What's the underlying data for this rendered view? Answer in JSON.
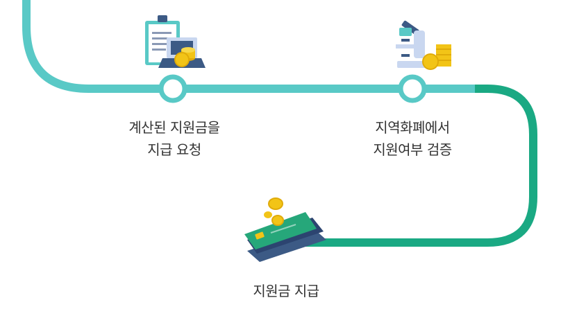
{
  "steps": [
    {
      "lines": [
        "계산된 지원금을",
        "지급 요청"
      ],
      "icon": "clipboard-coins-icon"
    },
    {
      "lines": [
        "지역화폐에서",
        "지원여부 검증"
      ],
      "icon": "microscope-coins-icon"
    },
    {
      "lines": [
        "지원금 지급"
      ],
      "icon": "card-coins-icon"
    }
  ],
  "colors": {
    "path_teal": "#59c9c6",
    "path_green": "#1aa983",
    "text": "#333333",
    "coin": "#f2c417",
    "card_green": "#26a77a",
    "card_navy": "#36507a"
  }
}
